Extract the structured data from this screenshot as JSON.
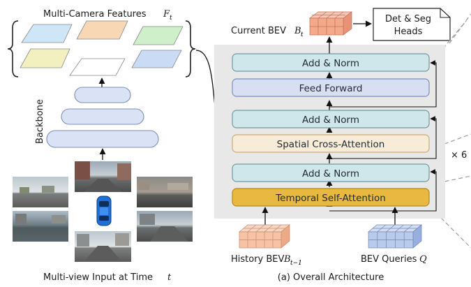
{
  "left": {
    "features_label": "Multi-Camera Features",
    "features_symbol": "F",
    "features_sub": "t",
    "backbone_label": "Backbone",
    "input_label": "Multi-view Input at Time",
    "input_symbol": "t"
  },
  "right": {
    "current_bev_label": "Current BEV",
    "current_bev_symbol": "B",
    "current_bev_sub": "t",
    "heads_line1": "Det & Seg",
    "heads_line2": "Heads",
    "blocks": {
      "add_norm_top": "Add & Norm",
      "feed_forward": "Feed Forward",
      "add_norm_mid": "Add & Norm",
      "spatial_cross_attention": "Spatial Cross-Attention",
      "add_norm_low": "Add & Norm",
      "temporal_self_attention": "Temporal Self-Attention"
    },
    "repeat_label": "× 6",
    "history_bev_label": "History BEV",
    "history_bev_symbol": "B",
    "history_bev_sub": "t−1",
    "bev_queries_label": "BEV Queries",
    "bev_queries_symbol": "Q",
    "caption": "(a) Overall Architecture"
  },
  "colors": {
    "encoder_panel": "#e8e8e8",
    "add_norm": "#cfe6ea",
    "feed_forward": "#d9dff2",
    "spatial_cross": "#f8ecd8",
    "temporal_self": "#e9b840",
    "backbone": "#d9e3f5",
    "current_bev_grid": "#f3a98a",
    "history_bev_grid": "#f6c3a7",
    "queries_grid": "#b9cbeb",
    "feature_planes": [
      "#cfe6f7",
      "#f8d7b4",
      "#cfeeca",
      "#f2f0bf",
      "#ffffff",
      "#c9dbf5"
    ]
  }
}
